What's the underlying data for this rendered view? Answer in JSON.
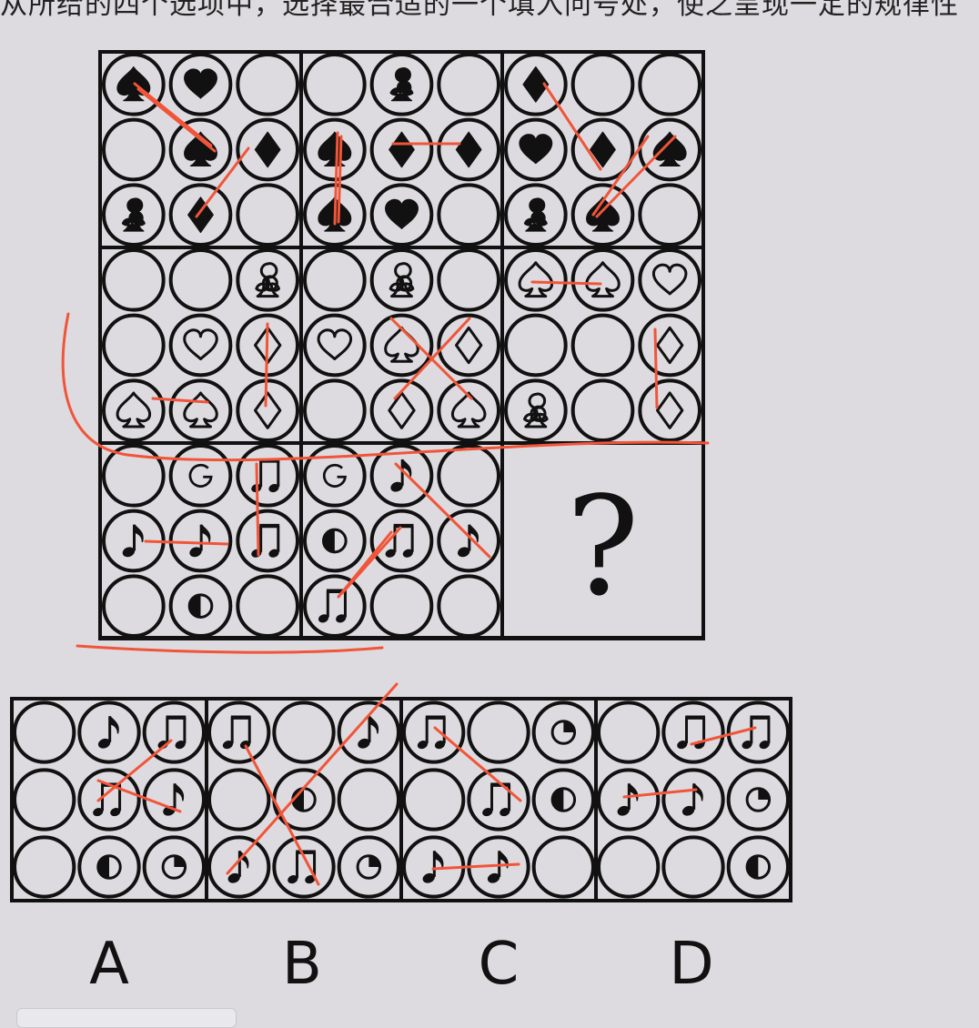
{
  "header": {
    "text": "从所给的四个选项中，选择最合适的一个填入问号处，使之呈现一定的规律性"
  },
  "question_mark": "?",
  "grid": [
    [
      [
        "spade",
        "heart",
        "",
        "",
        "spade",
        "diamond",
        "club",
        "diamond",
        ""
      ],
      [
        "",
        "club",
        "",
        "spade",
        "diamond",
        "diamond",
        "spade",
        "heart",
        ""
      ],
      [
        "diamond",
        "",
        "",
        "heart",
        "diamond",
        "spade",
        "club",
        "spade",
        ""
      ]
    ],
    [
      [
        "",
        "",
        "club-o",
        "",
        "heart-o",
        "diamond-o",
        "spade-o",
        "spade-o",
        "diamond-o"
      ],
      [
        "",
        "club-o",
        "",
        "heart-o",
        "spade-o",
        "diamond-o",
        "",
        "diamond-o",
        "spade-o"
      ],
      [
        "spade-o",
        "spade-o",
        "heart-o",
        "",
        "",
        "diamond-o",
        "club-o",
        "",
        "diamond-o"
      ]
    ],
    [
      [
        "",
        "g",
        "beam",
        "note",
        "note",
        "beam",
        "",
        "half",
        ""
      ],
      [
        "g",
        "note",
        "",
        "half",
        "beam",
        "note",
        "beam",
        "",
        ""
      ],
      null
    ]
  ],
  "options": [
    {
      "label": "A",
      "cells": [
        "",
        "note",
        "beam",
        "",
        "beam",
        "note",
        "",
        "half",
        "quarter"
      ]
    },
    {
      "label": "B",
      "cells": [
        "beam",
        "",
        "note",
        "",
        "half",
        "",
        "note",
        "beam",
        "quarter"
      ]
    },
    {
      "label": "C",
      "cells": [
        "beam",
        "",
        "quarter",
        "",
        "beam",
        "half",
        "note",
        "note",
        ""
      ]
    },
    {
      "label": "D",
      "cells": [
        "",
        "beam",
        "beam",
        "note",
        "note",
        "quarter",
        "",
        "",
        "half"
      ]
    }
  ],
  "colors": {
    "background": "#dddbdf",
    "ink": "#111111",
    "annotation": "#f0553a"
  }
}
